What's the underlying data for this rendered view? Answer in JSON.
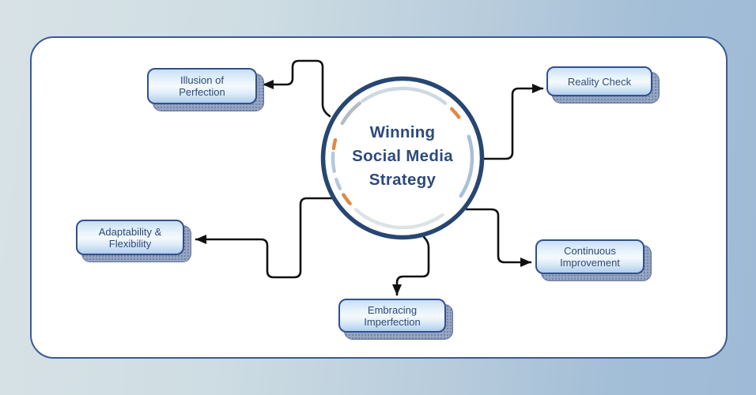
{
  "background": {
    "gradient_left": "#d8e2e6",
    "gradient_right": "#9ebad6"
  },
  "panel": {
    "fill": "#ffffff",
    "border_color": "#3c5a92"
  },
  "center": {
    "title": "Winning Social Media Strategy",
    "title_lines": [
      "Winning",
      "Social Media",
      "Strategy"
    ],
    "text_color": "#2d4a7c",
    "circle_border_color": "#274672",
    "circle_fill": "#ffffff"
  },
  "nodes": [
    {
      "id": "illusion-of-perfection",
      "label": "Illusion of Perfection",
      "lines": [
        "Illusion of",
        "Perfection"
      ]
    },
    {
      "id": "reality-check",
      "label": "Reality Check",
      "lines": [
        "Reality Check"
      ]
    },
    {
      "id": "adaptability-flexibility",
      "label": "Adaptability & Flexibility",
      "lines": [
        "Adaptability &",
        "Flexibility"
      ]
    },
    {
      "id": "continuous-improvement",
      "label": "Continuous Improvement",
      "lines": [
        "Continuous",
        "Improvement"
      ]
    },
    {
      "id": "embracing-imperfection",
      "label": "Embracing Imperfection",
      "lines": [
        "Embracing",
        "Imperfection"
      ]
    }
  ],
  "node_style": {
    "border_color": "#31508c",
    "text_color": "#2c4a7a",
    "fill_top": "#c9dff5",
    "fill_middle": "#f5f9fd",
    "fill_bottom": "#b0cdec",
    "shadow_color": "#96a6c2"
  },
  "connector_color": "#111111",
  "ring_segments": [
    {
      "a0": 52,
      "a1": 125,
      "color": "#cdd9e2"
    },
    {
      "a0": 36,
      "a1": 45,
      "color": "#e08a45"
    },
    {
      "a0": -33,
      "a1": 18,
      "color": "#aabfd8"
    },
    {
      "a0": 228,
      "a1": 305,
      "color": "#dce3e6"
    },
    {
      "a0": 212,
      "a1": 221,
      "color": "#dd8a4a"
    },
    {
      "a0": 198,
      "a1": 206,
      "color": "#b6c8da"
    },
    {
      "a0": 176,
      "a1": 191,
      "color": "#b6c8da"
    },
    {
      "a0": 165,
      "a1": 172,
      "color": "#dd8a4a"
    },
    {
      "a0": 128,
      "a1": 150,
      "color": "#b3bcc2"
    }
  ]
}
